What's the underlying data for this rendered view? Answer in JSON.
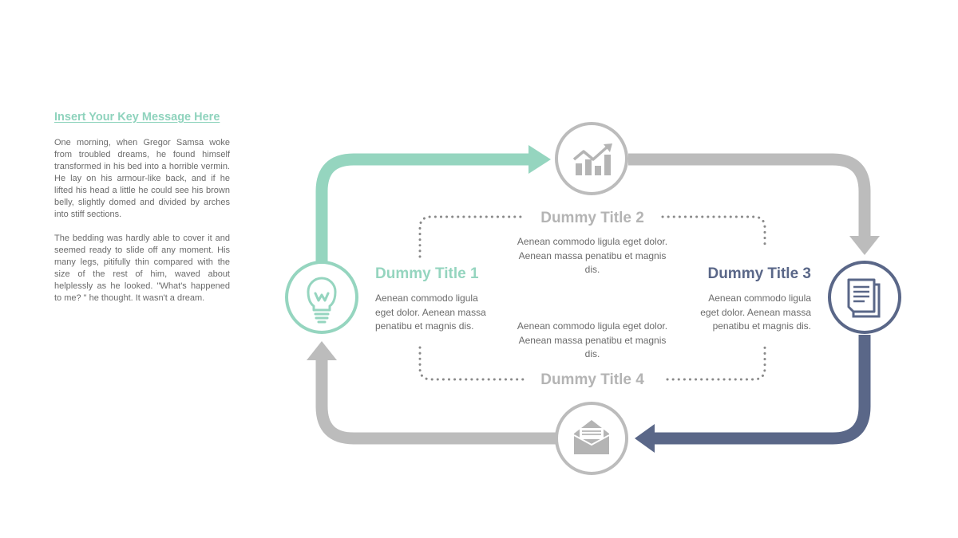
{
  "sidebar": {
    "key_message": "Insert Your Key Message Here",
    "paragraph_1": "One morning, when Gregor Samsa woke from troubled dreams, he found himself transformed in his bed into a horrible vermin. He lay on his armour-like back, and if he lifted his head a little he could see his brown belly, slightly domed and divided by arches into stiff sections.",
    "paragraph_2": "The bedding was hardly able to cover it and seemed ready to slide off any moment. His many legs, pitifully thin compared with the size of the rest of him, waved about helplessly as he looked. \"What's happened to me? \" he thought. It wasn't a dream."
  },
  "colors": {
    "mint": "#95d5bf",
    "gray": "#bcbcbc",
    "navy": "#5a6788",
    "title_gray": "#b4b4b4",
    "text": "#6b6b6b",
    "dots": "#8a8a8a"
  },
  "steps": [
    {
      "title": "Dummy Title 1",
      "desc": "Aenean commodo ligula eget dolor. Aenean massa penatibu et magnis dis.",
      "icon": "lightbulb-icon",
      "color": "#95d5bf"
    },
    {
      "title": "Dummy Title 2",
      "desc": "Aenean commodo ligula eget dolor. Aenean massa penatibu et magnis dis.",
      "icon": "chart-growth-icon",
      "color": "#b4b4b4"
    },
    {
      "title": "Dummy Title 3",
      "desc": "Aenean commodo ligula eget dolor. Aenean massa penatibu et magnis dis.",
      "icon": "document-icon",
      "color": "#5a6788"
    },
    {
      "title": "Dummy Title 4",
      "desc": "Aenean commodo ligula eget dolor. Aenean massa penatibu et magnis dis.",
      "icon": "envelope-icon",
      "color": "#b4b4b4"
    }
  ]
}
